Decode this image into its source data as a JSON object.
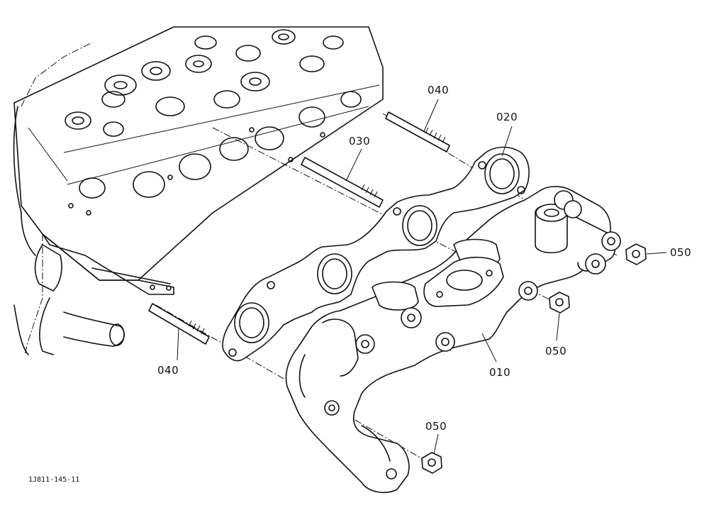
{
  "diagram_code": "1J811-145-11",
  "callouts": {
    "c010": "010",
    "c020": "020",
    "c030": "030",
    "c040_top": "040",
    "c040_left": "040",
    "c050_right": "050",
    "c050_mid": "050",
    "c050_bottom": "050"
  },
  "parts": [
    {
      "id": "010",
      "name": "exhaust manifold"
    },
    {
      "id": "020",
      "name": "gasket"
    },
    {
      "id": "030",
      "name": "stud"
    },
    {
      "id": "040",
      "name": "stud"
    },
    {
      "id": "050",
      "name": "nut"
    }
  ]
}
